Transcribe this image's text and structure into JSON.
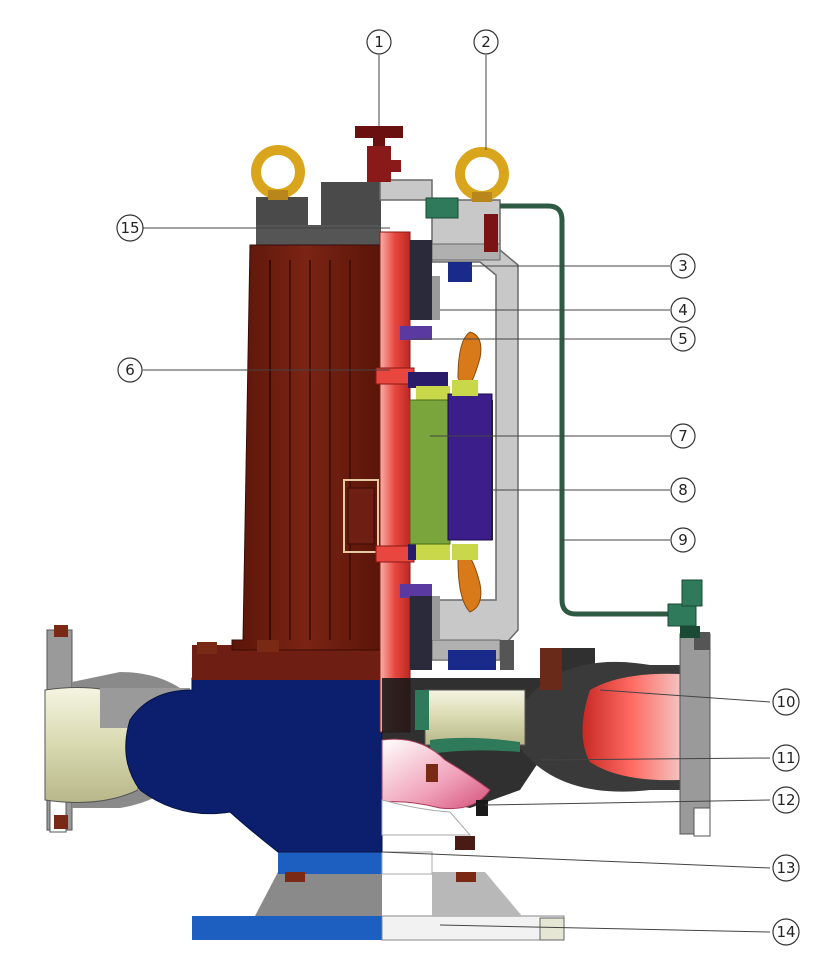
{
  "diagram": {
    "callouts": [
      {
        "id": "1",
        "label": "1"
      },
      {
        "id": "2",
        "label": "2"
      },
      {
        "id": "3",
        "label": "3"
      },
      {
        "id": "4",
        "label": "4"
      },
      {
        "id": "5",
        "label": "5"
      },
      {
        "id": "6",
        "label": "6"
      },
      {
        "id": "7",
        "label": "7"
      },
      {
        "id": "8",
        "label": "8"
      },
      {
        "id": "9",
        "label": "9"
      },
      {
        "id": "10",
        "label": "10"
      },
      {
        "id": "11",
        "label": "11"
      },
      {
        "id": "12",
        "label": "12"
      },
      {
        "id": "13",
        "label": "13"
      },
      {
        "id": "14",
        "label": "14"
      },
      {
        "id": "15",
        "label": "15"
      }
    ],
    "colors": {
      "motor_casing": "#6e1e12",
      "motor_casing_dark": "#4a120a",
      "pump_body": "#0b1f6e",
      "base_blue": "#1d5fc0",
      "shaft_red": "#e8463f",
      "rotor_green": "#7aa43c",
      "stator_purple": "#3b1e8a",
      "coil_orange": "#d97a1a",
      "lifting_ring": "#d9a51c",
      "frame_gray": "#9a9a9a",
      "frame_light": "#c8c8c8",
      "pipe_green": "#2e5a44",
      "outlet_red": "#e8463f",
      "inlet_cream": "#e6e6c4",
      "valve_red": "#7a1414"
    }
  }
}
